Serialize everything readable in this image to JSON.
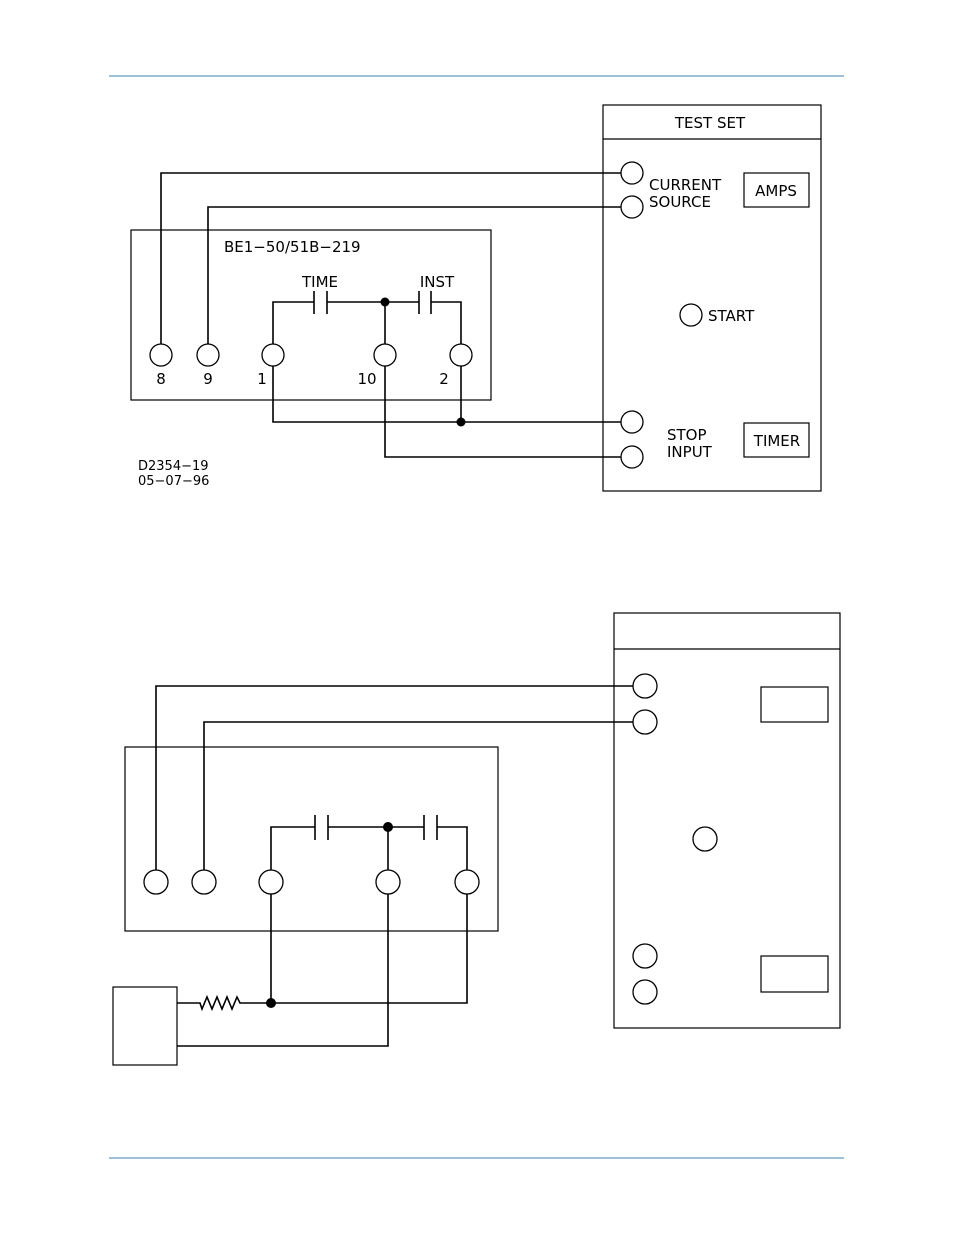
{
  "figure_top": {
    "test_set_title": "TEST SET",
    "current_source_line1": "CURRENT",
    "current_source_line2": "SOURCE",
    "amps_label": "AMPS",
    "start_label": "START",
    "stop_input_line1": "STOP",
    "stop_input_line2": "INPUT",
    "timer_label": "TIMER",
    "relay_model": "BE1−50/51B−219",
    "contact_time_label": "TIME",
    "contact_inst_label": "INST",
    "terminals": [
      "8",
      "9",
      "1",
      "10",
      "2"
    ],
    "drawing_number": "D2354−19",
    "drawing_date": "05−07−96"
  },
  "figure_bottom": {
    "description_visible_text": ""
  }
}
